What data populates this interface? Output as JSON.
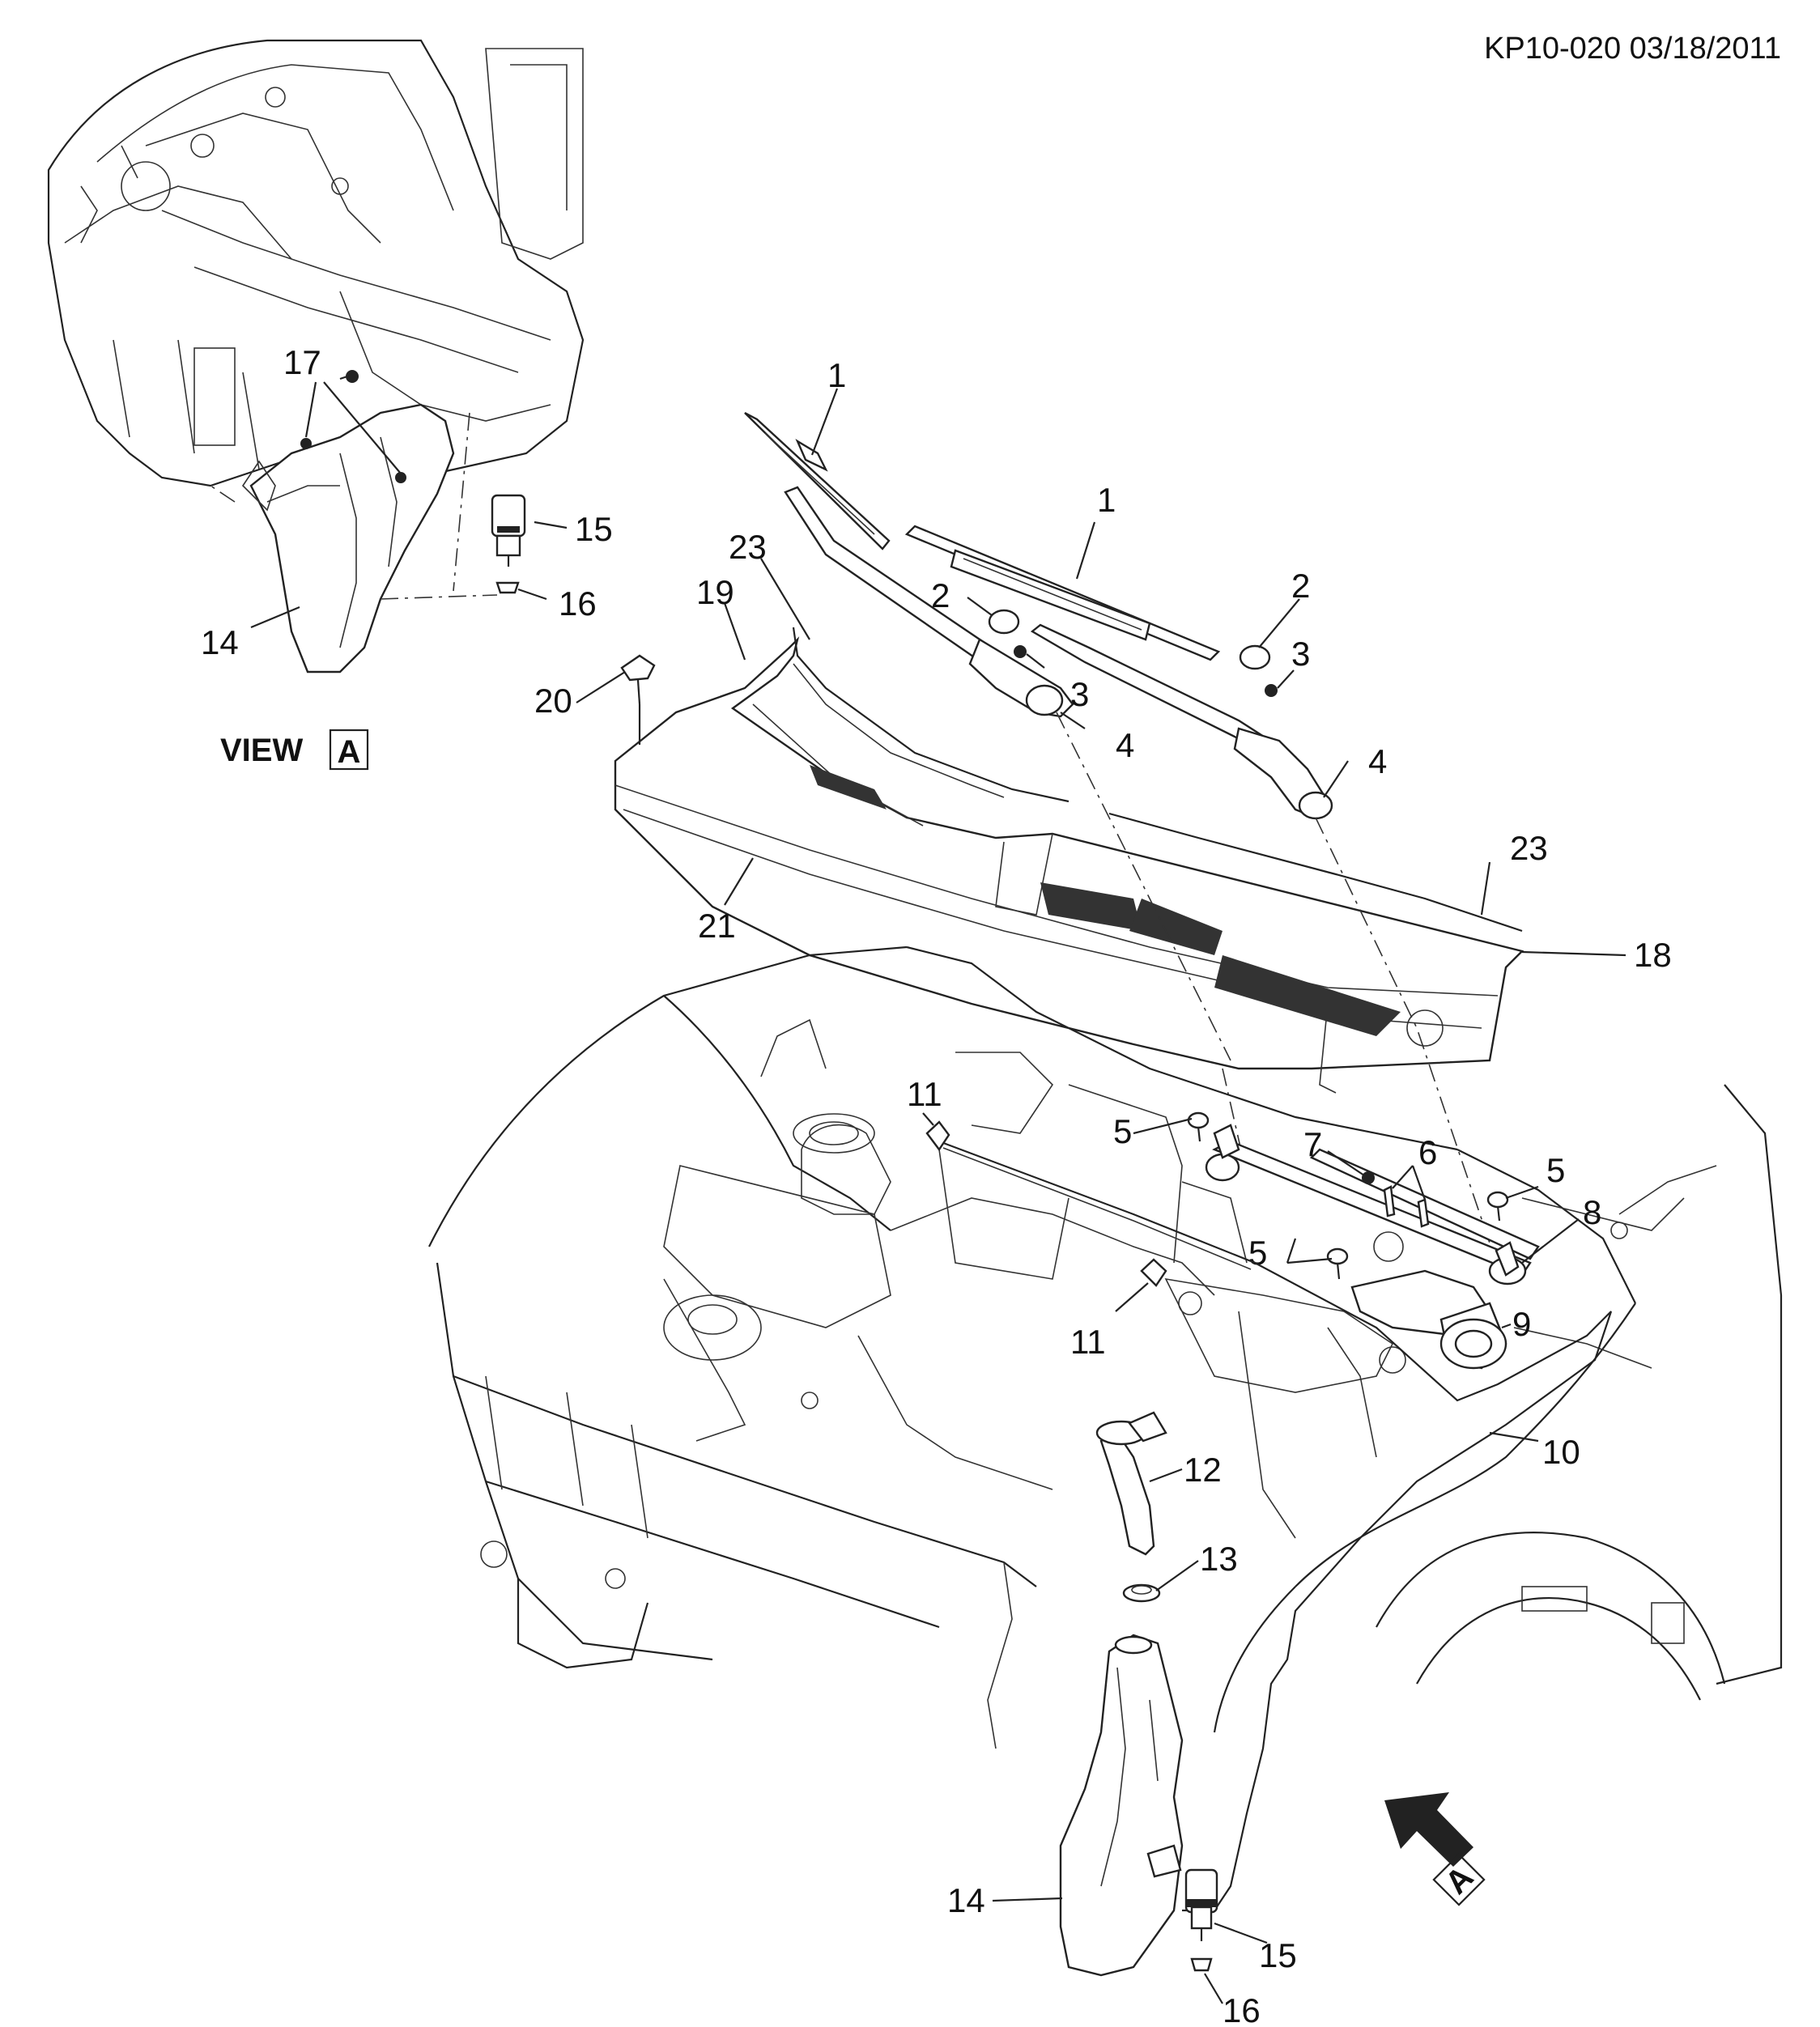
{
  "header": {
    "doc_id": "KP10-020 03/18/2011"
  },
  "view_label": {
    "text": "VIEW",
    "letter": "A"
  },
  "view_arrow": {
    "letter": "A"
  },
  "callouts": {
    "c1a": "1",
    "c1b": "1",
    "c2a": "2",
    "c2b": "2",
    "c3a": "3",
    "c3b": "3",
    "c4a": "4",
    "c4b": "4",
    "c5a": "5",
    "c5b": "5",
    "c5c": "5",
    "c6": "6",
    "c7": "7",
    "c8": "8",
    "c9": "9",
    "c10": "10",
    "c11a": "11",
    "c11b": "11",
    "c12": "12",
    "c13": "13",
    "c14a": "14",
    "c14b": "14",
    "c15a": "15",
    "c15b": "15",
    "c16a": "16",
    "c16b": "16",
    "c17": "17",
    "c18": "18",
    "c19": "19",
    "c20": "20",
    "c21": "21",
    "c23a": "23",
    "c23b": "23"
  },
  "colors": {
    "line": "#222222",
    "background": "#ffffff"
  }
}
